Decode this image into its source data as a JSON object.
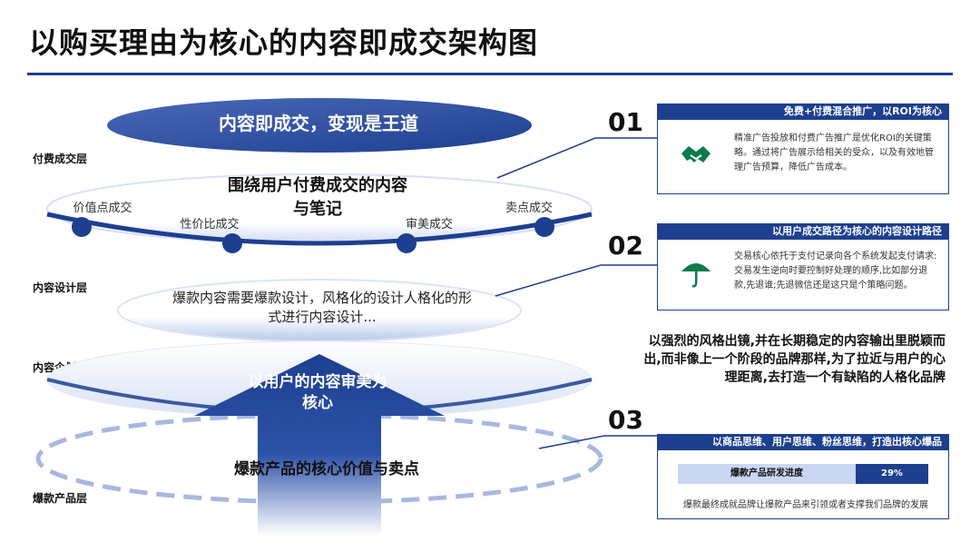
{
  "title": "以购买理由为核心的内容即成交架构图",
  "layers": {
    "paid": "付费成交层",
    "design": "内容设计层",
    "planning": "内容企划层",
    "product": "爆款产品层"
  },
  "diagram": {
    "top_pill": "内容即成交，变现是王道",
    "ring1_text": "围绕用户付费成交的内容与笔记",
    "dots": [
      "价值点成交",
      "性价比成交",
      "审美成交",
      "卖点成交"
    ],
    "ring2_text": "爆款内容需要爆款设计，风格化的设计人格化的形式进行内容设计...",
    "arrow_text": "以用户的内容审美为核心",
    "bottom_text": "爆款产品的核心价值与卖点"
  },
  "panels": [
    {
      "number": "01",
      "title": "免费+付费混合推广，以ROI为核心",
      "icon": "handshake-icon",
      "body": "精准广告投放和付费广告推广是优化ROI的关键策略。通过将广告展示给相关的受众，以及有效地管理广告预算，降低广告成本。"
    },
    {
      "number": "02",
      "title": "以用户成交路径为核心的内容设计路径",
      "icon": "umbrella-icon",
      "body": "交易核心依托于支付记录向各个系统发起支付请求: 交易发生逆向时要控制好处理的顺序,比如部分退款,先退谁;先退微信还是这只是个策略问题。"
    },
    {
      "number": "03",
      "title": "以商品思维、用户思维、粉丝思维，打造出核心爆品",
      "progress_label": "爆款产品研发进度",
      "progress_value": "29%",
      "progress_fraction": 0.29,
      "note": "爆款最终成就品牌让爆款产品来引领或者支撑我们品牌的发展"
    }
  ],
  "right_text": "以强烈的风格出镜,并在长期稳定的内容输出里脱颖而出,而非像上一个阶段的品牌那样,为了拉近与用户的心理距离,去打造一个有缺陷的人格化品牌",
  "colors": {
    "primary": "#1d3f8f",
    "accent_green": "#0f7a4a",
    "light_blue": "#c9d7f3"
  }
}
